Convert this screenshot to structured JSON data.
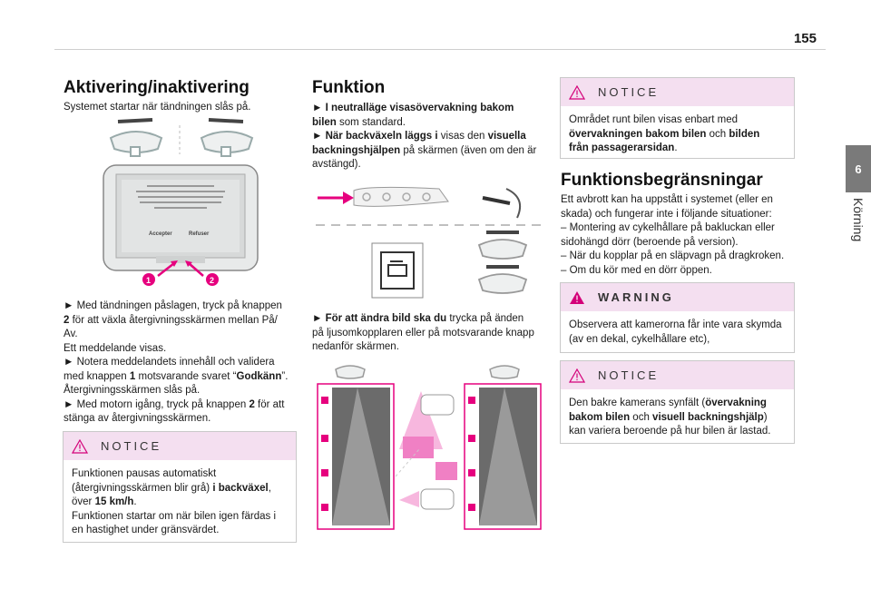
{
  "page_number": "155",
  "chapter": {
    "number": "6",
    "label": "Körning"
  },
  "col1": {
    "title": "Aktivering/inaktivering",
    "intro": "Systemet startar när tändningen slås på.",
    "screen": {
      "accept": "Accepter",
      "refuse": "Refuser"
    },
    "callouts": [
      "1",
      "2"
    ],
    "body": [
      {
        "pre": "► Med tändningen påslagen, tryck på knappen ",
        "b1": "2",
        "post": " för att växla återgivningsskärmen mellan På/"
      },
      {
        "pre": "Av.",
        "b1": "",
        "post": ""
      },
      {
        "pre": "Ett meddelande visas.",
        "b1": "",
        "post": ""
      },
      {
        "pre": "► Notera meddelandets innehåll och validera",
        "b1": "",
        "post": ""
      },
      {
        "pre": "med knappen ",
        "b1": "1",
        "post": " motsvarande svaret “",
        "b2": "Godkänn",
        "post2": "”."
      },
      {
        "pre": "Återgivningsskärmen slås på.",
        "b1": "",
        "post": ""
      },
      {
        "pre": "► Med motorn igång, tryck på knappen ",
        "b1": "2",
        "post": " för att"
      },
      {
        "pre": "stänga av återgivningsskärmen.",
        "b1": "",
        "post": ""
      }
    ],
    "notice": {
      "heading": "NOTICE",
      "l1": "Funktionen pausas automatiskt",
      "l2_pre": "(återgivningsskärmen blir grå) ",
      "l2_b": "i backväxel",
      "l3_pre": "över ",
      "l3_b": "15 km/h",
      "l4": "Funktionen startar om när bilen igen färdas i",
      "l5": "en hastighet under gränsvärdet."
    }
  },
  "col2": {
    "title": "Funktion",
    "l1a": "► ",
    "l1b": "I neutralläge visasövervakning bakom",
    "l2b": "bilen",
    "l2c": " som standard.",
    "l3a": "► ",
    "l3b": "När backväxeln läggs i",
    "l3c": " visas den ",
    "l3d": "visuella",
    "l4b": "backningshjälpen",
    "l4c": " på skärmen (även om den är",
    "l5": "avstängd).",
    "m1a": "► ",
    "m1b": "För att ändra bild ska du",
    "m1c": "  trycka på änden",
    "m2": "på ljusomkopplaren eller på motsvarande knapp",
    "m3": "nedanför skärmen."
  },
  "col3": {
    "notice1": {
      "heading": "NOTICE",
      "l1": "Området runt bilen visas enbart med",
      "l2b": "övervakningen bakom bilen",
      "l2c": " och ",
      "l2d": "bilden",
      "l3b": "från passagerarsidan",
      "l3c": "."
    },
    "title": "Funktionsbegränsningar",
    "lines": [
      "Ett avbrott kan ha uppstått i systemet (eller en",
      "skada) och fungerar inte i följande situationer:",
      "–  Montering av cykelhållare på bakluckan eller",
      "sidohängd dörr (beroende på version).",
      "–  När du kopplar på en släpvagn på dragkroken.",
      "–  Om du kör med en dörr öppen."
    ],
    "warning": {
      "heading": "WARNING",
      "l1": "Observera att kamerorna får inte vara skymda",
      "l2": "(av en dekal, cykelhållare etc),"
    },
    "notice2": {
      "heading": "NOTICE",
      "l1": "Den bakre kamerans synfält (",
      "l1b": "övervakning",
      "l2b": "bakom bilen",
      "l2c": " och  ",
      "l2d": "visuell backningshjälp",
      "l2e": ")",
      "l3": "kan variera beroende på hur bilen är lastad."
    }
  },
  "colors": {
    "accent": "#e6007e",
    "notice_bg": "#f4dff0",
    "tab": "#7a7a7a"
  }
}
